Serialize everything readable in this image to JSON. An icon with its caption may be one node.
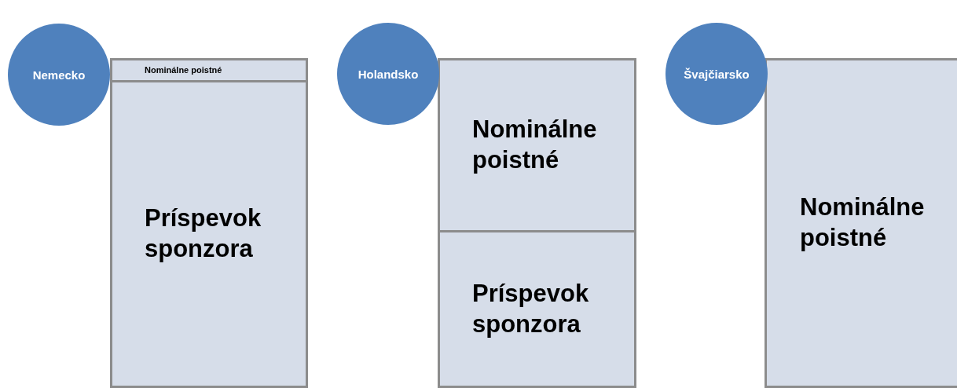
{
  "diagram": {
    "nodes": [
      {
        "text": [
          "Nemecko"
        ]
      },
      {
        "text": [
          "Nominálne poistné"
        ]
      },
      {
        "text": [
          "Príspevok sponzora"
        ]
      },
      {
        "text": [
          "Holandsko"
        ]
      },
      {
        "text": [
          "Nominálne poistné"
        ]
      },
      {
        "text": [
          "Príspevok sponzora"
        ]
      },
      {
        "text": [
          "Švajčiarsko"
        ]
      },
      {
        "text": [
          "Nominálne poistné"
        ]
      }
    ]
  }
}
